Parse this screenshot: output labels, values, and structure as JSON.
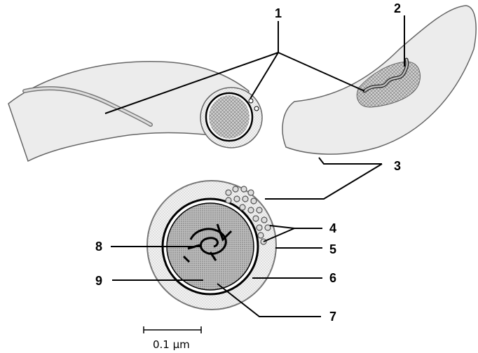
{
  "labels": {
    "l1": "1",
    "l2": "2",
    "l3": "3",
    "l4": "4",
    "l5": "5",
    "l6": "6",
    "l7": "7",
    "l8": "8",
    "l9": "9"
  },
  "scale_bar": {
    "text": "0.1 μm"
  },
  "colors": {
    "cell_fill": "#ececec",
    "outline": "#555555",
    "dark_line": "#000000"
  }
}
